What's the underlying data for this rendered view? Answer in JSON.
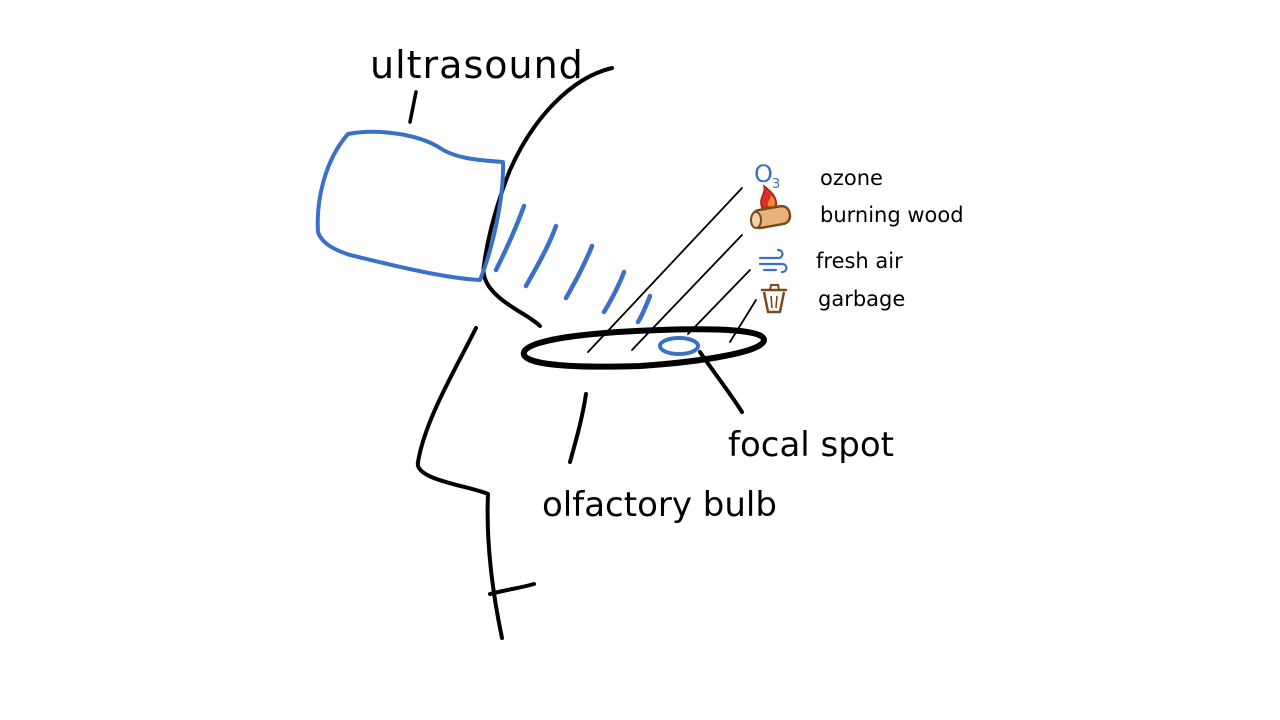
{
  "labels": {
    "ultrasound": "ultrasound",
    "focal_spot": "focal spot",
    "olfactory_bulb": "olfactory bulb"
  },
  "odors": [
    {
      "name": "ozone",
      "icon": "ozone-o3-icon",
      "symbol": "O",
      "subscript": "3"
    },
    {
      "name": "burning wood",
      "icon": "burning-wood-icon"
    },
    {
      "name": "fresh air",
      "icon": "wind-icon"
    },
    {
      "name": "garbage",
      "icon": "trash-can-icon"
    }
  ],
  "colors": {
    "ink": "#000000",
    "ultrasound_blue": "#3a70c8",
    "fire_red": "#d8312a",
    "wood_brown": "#7a4a1c"
  }
}
